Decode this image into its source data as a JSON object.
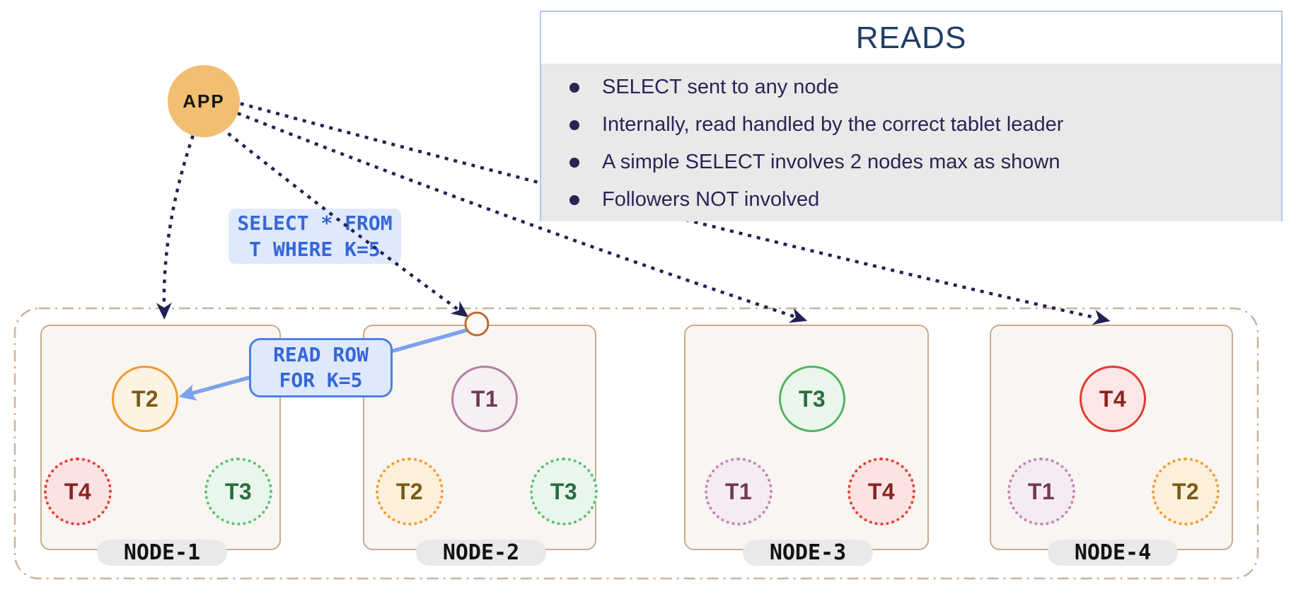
{
  "app": {
    "label": "APP"
  },
  "reads_panel": {
    "title": "READS",
    "bullets": [
      "SELECT sent to any node",
      "Internally, read handled by the correct tablet leader",
      "A simple SELECT involves 2 nodes max as shown",
      "Followers NOT involved"
    ]
  },
  "select_query": {
    "line1": "SELECT * FROM",
    "line2": "T WHERE K=5"
  },
  "read_row": {
    "line1": "READ ROW",
    "line2": "FOR K=5"
  },
  "nodes": [
    {
      "name": "NODE-1",
      "leader": {
        "label": "T2",
        "color": "orange"
      },
      "followers": [
        {
          "label": "T4",
          "color": "red"
        },
        {
          "label": "T3",
          "color": "green"
        }
      ]
    },
    {
      "name": "NODE-2",
      "leader": {
        "label": "T1",
        "color": "plum"
      },
      "followers": [
        {
          "label": "T2",
          "color": "orange"
        },
        {
          "label": "T3",
          "color": "green"
        }
      ]
    },
    {
      "name": "NODE-3",
      "leader": {
        "label": "T3",
        "color": "green"
      },
      "followers": [
        {
          "label": "T1",
          "color": "plum"
        },
        {
          "label": "T4",
          "color": "red"
        }
      ]
    },
    {
      "name": "NODE-4",
      "leader": {
        "label": "T4",
        "color": "red"
      },
      "followers": [
        {
          "label": "T1",
          "color": "plum"
        },
        {
          "label": "T2",
          "color": "orange"
        }
      ]
    }
  ],
  "colors": {
    "app_fill": "#F1BE72",
    "connector_dots": "#232052",
    "blue_arrow": "#7DA2EC",
    "query_text": "#3566DA",
    "query_bg": "#DEE9FC",
    "read_row_border": "#4F80E3",
    "node_fill": "#F9F6F2",
    "node_border": "#C9AA8D",
    "container_border": "#CDB29A",
    "panel_border": "#AECBE8",
    "panel_title": "#1F3D66",
    "panel_text": "#2B2453",
    "panel_body_bg": "#E9E9EA",
    "pill_bg": "#E9E9EB",
    "tablet_orange": "#ED9A2F",
    "tablet_plum": "#B77FA3",
    "tablet_green": "#4FB561",
    "tablet_red": "#E23B30",
    "landing_circle_border": "#C06A2B"
  }
}
